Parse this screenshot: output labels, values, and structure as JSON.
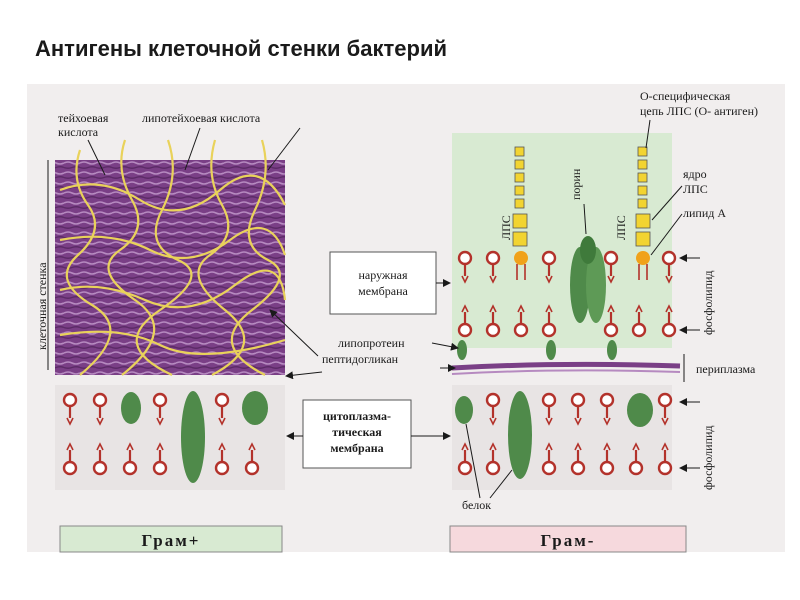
{
  "title": "Антигены клеточной стенки бактерий",
  "labels": {
    "teichoic_line1": "тейхоевая",
    "teichoic_line2": "кислота",
    "lipoteichoic": "липотейхоевая кислота",
    "cell_wall": "клеточная стенка",
    "outer_membrane_line1": "наружная",
    "outer_membrane_line2": "мембрана",
    "lipoprotein": "липопротеин",
    "peptidoglycan": "пептидогликан",
    "cytoplasmic_line1": "цитоплазма-",
    "cytoplasmic_line2": "тическая",
    "cytoplasmic_line3": "мембрана",
    "lps_left": "ЛПС",
    "lps_right": "ЛПС",
    "porin": "порин",
    "o_chain_line1": "О-специфическая",
    "o_chain_line2": "цепь ЛПС (О- антиген)",
    "core_line1": "ядро",
    "core_line2": "ЛПС",
    "lipid_a": "липид А",
    "phospholipid_top": "фосфолипид",
    "phospholipid_bottom": "фосфолипид",
    "periplasm": "периплазма",
    "protein": "белок",
    "gram_positive": "Грам+",
    "gram_negative": "Грам-"
  },
  "colors": {
    "peptidoglycan_purple": "#7a3f86",
    "teichoic_yellow": "#e9d25a",
    "membrane_bg": "#e8e4e4",
    "lipid_red": "#b3322b",
    "protein_green": "#4f8a4a",
    "gram_pos_bg": "#d8ead2",
    "gram_neg_bg": "#f6d9dd",
    "lps_yellow": "#f2d431",
    "lipid_a_orange": "#f0a21a"
  }
}
